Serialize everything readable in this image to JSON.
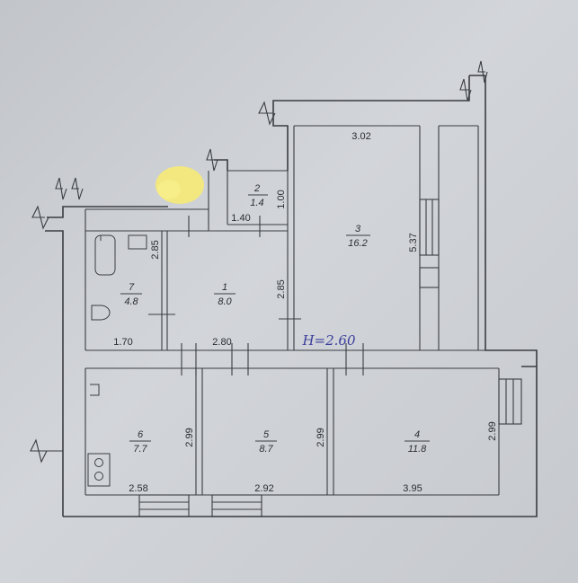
{
  "rooms": [
    {
      "number": "1",
      "area": "8.0"
    },
    {
      "number": "2",
      "area": "1.4"
    },
    {
      "number": "3",
      "area": "16.2"
    },
    {
      "number": "4",
      "area": "11.8"
    },
    {
      "number": "5",
      "area": "8.7"
    },
    {
      "number": "6",
      "area": "7.7"
    },
    {
      "number": "7",
      "area": "4.8"
    }
  ],
  "dimensions": {
    "room3_width": "3.02",
    "room3_length": "5.37",
    "room2_height": "1.00",
    "room2_width": "1.40",
    "room7_height": "2.85",
    "room7_width": "1.70",
    "room1_height": "2.85",
    "room1_width": "2.80",
    "room6_height": "2.99",
    "room6_width": "2.58",
    "room5_height": "2.99",
    "room5_width": "2.92",
    "room4_height": "2.99",
    "room4_width": "3.95"
  },
  "ceiling_note": "H=2.60",
  "colors": {
    "background": "#c9ccd1",
    "lines": "#3a3d42",
    "handwriting": "#3b3f9c",
    "highlight": "#f3e97a"
  }
}
